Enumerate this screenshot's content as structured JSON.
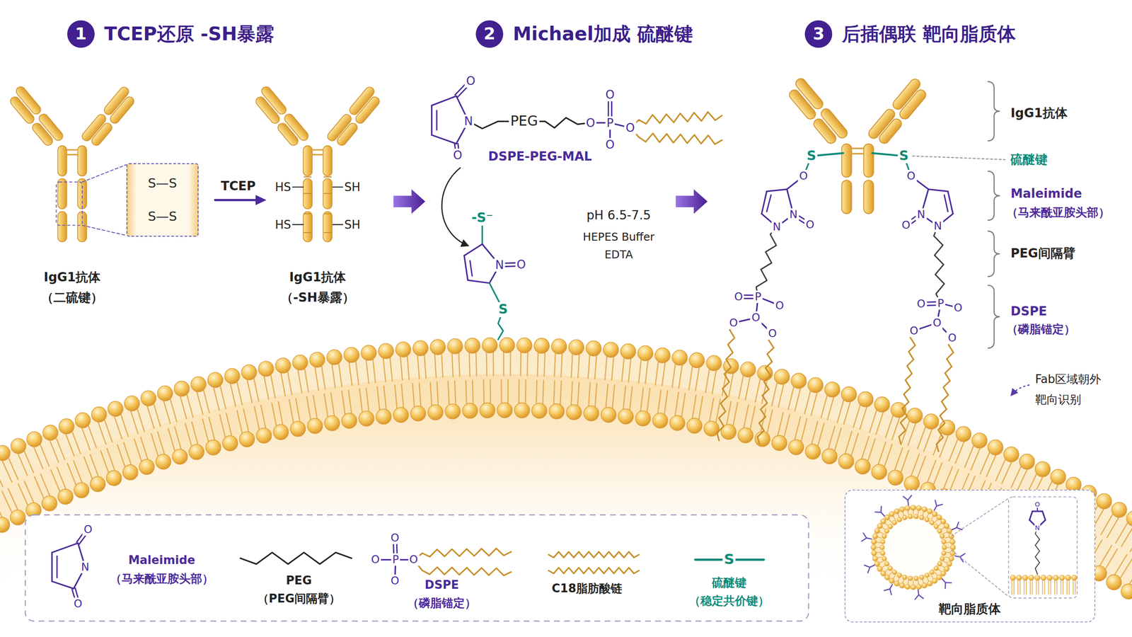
{
  "diagram": {
    "nodes": [
      {
        "text": [
          "1",
          "TCEP还原 -SH暴露"
        ]
      },
      {
        "text": [
          "S—S",
          "S—S"
        ]
      },
      {
        "text": [
          "2",
          "Michael加成 硫醚键"
        ]
      },
      {
        "text": [
          "3",
          "后插偶联 靶向脂质体"
        ]
      },
      {
        "text": [
          "靶向脂质体"
        ]
      }
    ],
    "labels": [
      "TCEP",
      "HS",
      "SH",
      "HS",
      "SH",
      "IgG1抗体",
      "（二硫键）",
      "IgG1抗体",
      "（-SH暴露）",
      "O",
      "N",
      "O",
      "PEG",
      "O",
      "P",
      "O",
      "O",
      "O",
      "DSPE-PEG-MAL",
      "-S⁻",
      "N",
      "O",
      "S",
      "pH 6.5-7.5",
      "HEPES Buffer",
      "EDTA",
      "S",
      "S",
      "O",
      "N",
      "O",
      "N",
      "O",
      "P",
      "O",
      "O",
      "O",
      "O",
      "O",
      "O",
      "N",
      "N",
      "O",
      "P",
      "O",
      "O",
      "O",
      "O",
      "IgG1抗体",
      "硫醚键",
      "Maleimide",
      "（马来酰亚胺头部）",
      "PEG间隔臂",
      "DSPE",
      "（磷脂锚定）",
      "Fab区域朝外",
      "靶向识别",
      "O",
      "N",
      "O",
      "O",
      "P",
      "O",
      "O",
      "O",
      "S",
      "O",
      "N"
    ],
    "legend": [
      {
        "text": "Maleimide （马来酰亚胺头部）"
      },
      {
        "text": "PEG （PEG间隔臂）"
      },
      {
        "text": "DSPE （磷脂锚定）"
      },
      {
        "text": "C18脂肪酸链"
      },
      {
        "text": "硫醚键 （稳定共价键）"
      }
    ]
  }
}
